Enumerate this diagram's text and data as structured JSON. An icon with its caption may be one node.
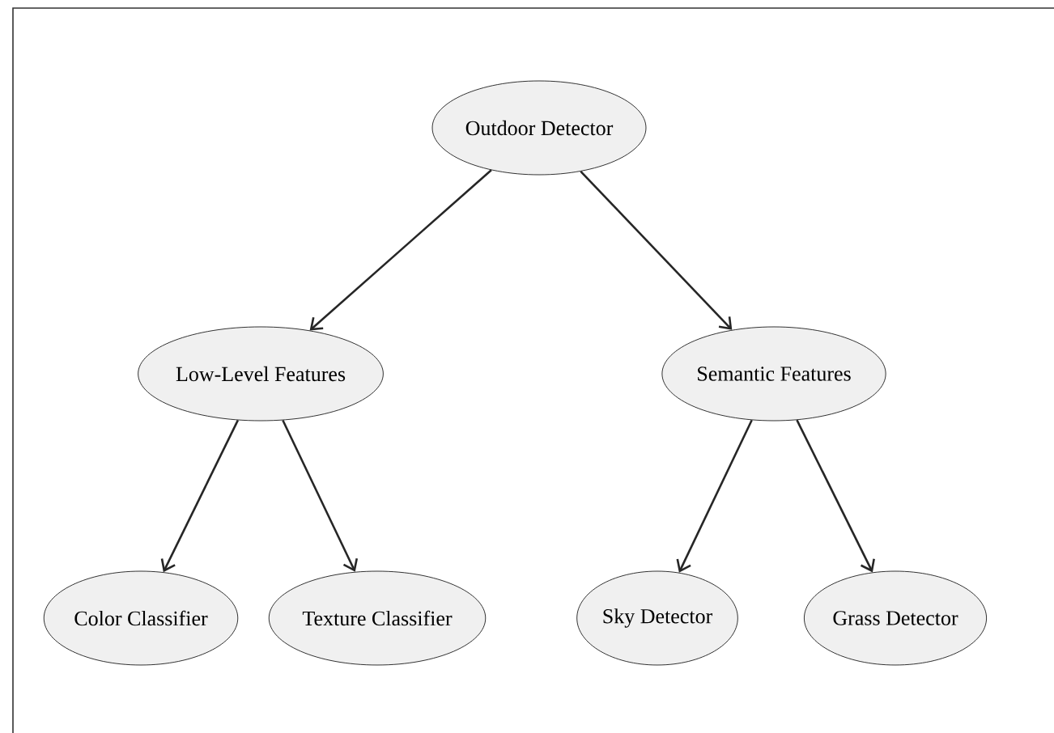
{
  "diagram": {
    "nodes": [
      {
        "text": [
          "Outdoor Detector"
        ]
      },
      {
        "text": [
          "Low-Level Features"
        ]
      },
      {
        "text": [
          "Semantic Features"
        ]
      },
      {
        "text": [
          "Color Classifier"
        ]
      },
      {
        "text": [
          "Texture Classifier"
        ]
      },
      {
        "text": [
          "Sky Detector"
        ]
      },
      {
        "text": [
          "Grass Detector"
        ]
      }
    ],
    "edges": [
      {
        "from": 0,
        "to": 1,
        "arrow": "to"
      },
      {
        "from": 0,
        "to": 2,
        "arrow": "to"
      },
      {
        "from": 1,
        "to": 3,
        "arrow": "to"
      },
      {
        "from": 1,
        "to": 4,
        "arrow": "to"
      },
      {
        "from": 2,
        "to": 5,
        "arrow": "to"
      },
      {
        "from": 2,
        "to": 6,
        "arrow": "to"
      }
    ]
  }
}
